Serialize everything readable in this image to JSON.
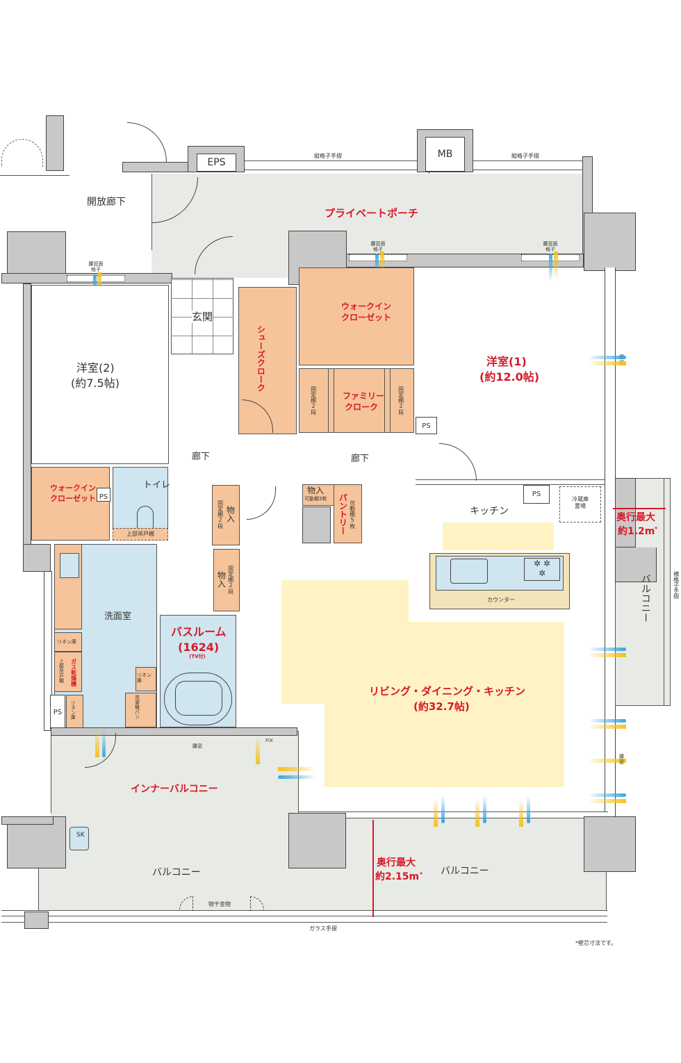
{
  "colors": {
    "accent_red": "#d7182a",
    "porch": "#e8ebe5",
    "closet": "#f6c49a",
    "wet_area": "#cfe5ef",
    "ldk": "#fff3c4",
    "wall": "#c8c8c8"
  },
  "top": {
    "eps": "EPS",
    "mb": "MB",
    "railing_left": "縦格子手摺",
    "railing_right": "縦格子手摺",
    "open_corridor": "開放廊下",
    "private_porch": "プライベートポーチ",
    "window_grille_1": "腰窓面格子",
    "window_grille_2": "腰窓面格子",
    "window_grille_3": "腰窓面格子"
  },
  "rooms": {
    "entrance": "玄関",
    "shoe_cloak": "シューズクローク",
    "wic_main_1": "ウォークイン",
    "wic_main_2": "クローゼット",
    "family_cloak_1": "ファミリー",
    "family_cloak_2": "クローク",
    "fixed_shelf": "固定棚2段",
    "bedroom2_name": "洋室(2)",
    "bedroom2_size": "(約7.5帖)",
    "bedroom1_name": "洋室(1)",
    "bedroom1_size": "(約12.0帖)",
    "ps": "PS",
    "corridor": "廊下",
    "wic2_1": "ウォークイン",
    "wic2_2": "クローゼット",
    "toilet": "トイレ",
    "upper_cabinet": "上部吊戸棚",
    "storage": "物入",
    "movable_shelf_3": "可動棚3枚",
    "pantry": "パントリー",
    "movable_shelf_5": "可動棚5枚",
    "kitchen": "キッチン",
    "fridge": "冷蔵庫置場",
    "counter": "カウンター",
    "washroom": "洗面室",
    "linen": "リネン庫",
    "gas_dryer": "ガス乾燥機",
    "upper_cabinet_v": "上部吊戸棚",
    "washer_pan": "洗濯機パン",
    "bath_name": "バスルーム",
    "bath_size": "(1624)",
    "bath_tv": "(TV付)",
    "ldk_name": "リビング・ダイニング・キッチン",
    "ldk_size": "(約32.7帖)",
    "waist_window": "腰窓",
    "fix": "FIX",
    "inner_balcony": "インナーバルコニー",
    "balcony": "バルコニー",
    "sk": "SK",
    "laundry_hardware": "物干金物",
    "glass_railing": "ガラス手摺",
    "horizontal_railing": "横格子手摺"
  },
  "dimensions": {
    "side_label": "奥行最大",
    "side_value": "約1.2m",
    "bottom_label": "奥行最大",
    "bottom_value": "約2.15m",
    "asterisk": "*"
  },
  "footnote": "*壁芯寸法です。"
}
